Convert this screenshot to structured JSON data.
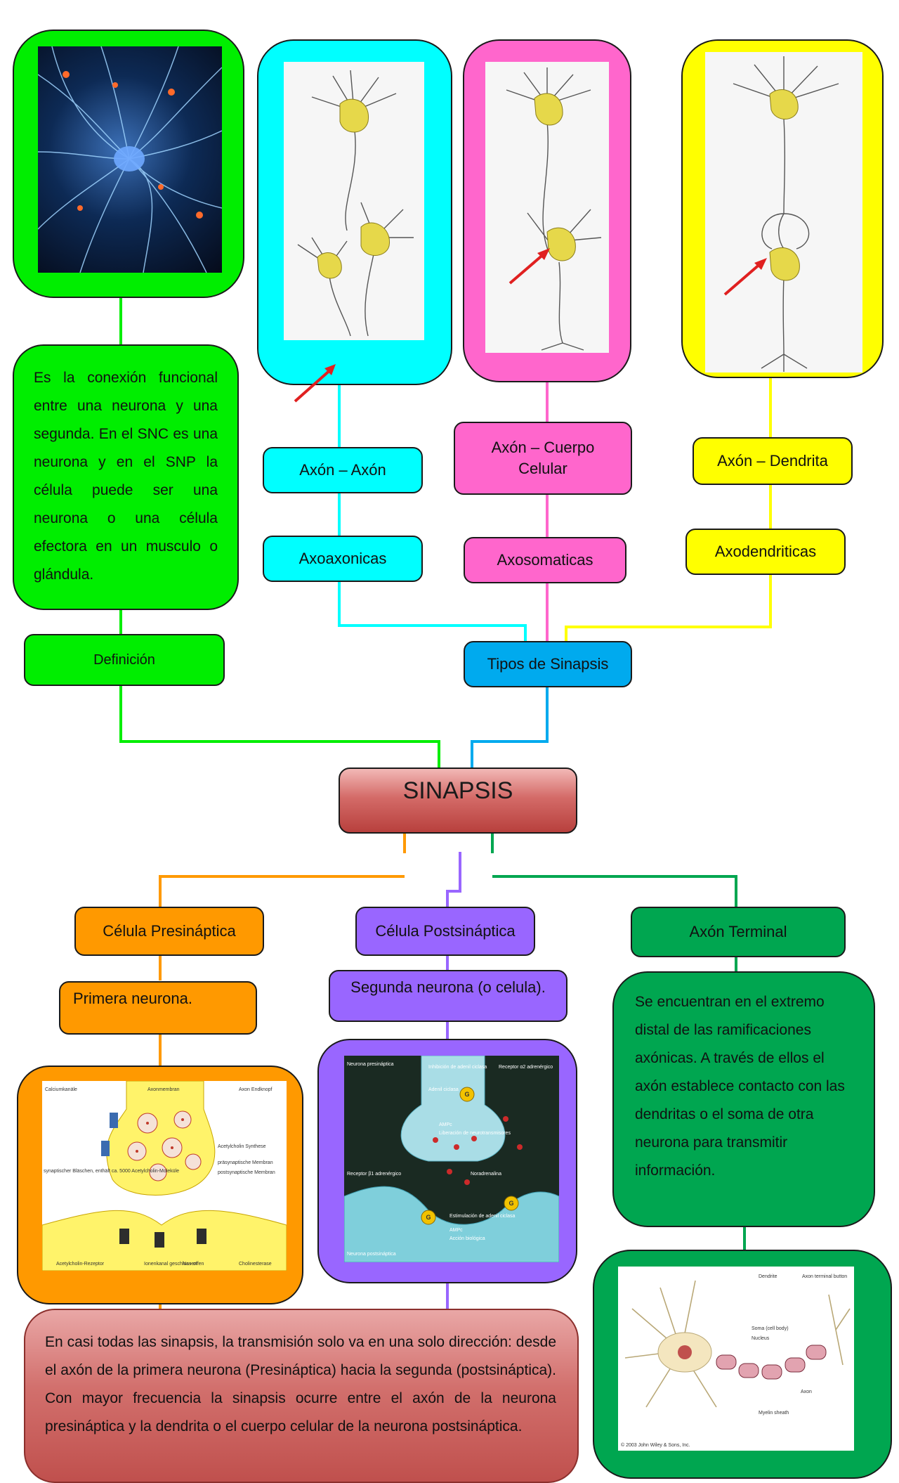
{
  "colors": {
    "green": "#00ee00",
    "cyan": "#00ffff",
    "pink": "#ff66cc",
    "yellow": "#ffff00",
    "blue": "#00aaee",
    "red": "#c0504d",
    "orange": "#ff9900",
    "purple": "#9966ff",
    "darkgreen": "#00a650"
  },
  "center": {
    "title": "SINAPSIS"
  },
  "definition": {
    "label": "Definición",
    "text": "Es la conexión funcional entre una neurona y una segunda. En el SNC es una neurona y en el SNP la célula puede ser una neurona o una célula efectora en un musculo o glándula."
  },
  "types": {
    "label": "Tipos de Sinapsis",
    "items": [
      {
        "relation": "Axón – Axón",
        "name": "Axoaxonicas"
      },
      {
        "relation": "Axón – Cuerpo Celular",
        "name": "Axosomaticas"
      },
      {
        "relation": "Axón – Dendrita",
        "name": "Axodendriticas"
      }
    ]
  },
  "pre": {
    "label": "Célula Presináptica",
    "desc": "Primera neurona."
  },
  "post": {
    "label": "Célula Postsináptica",
    "desc": "Segunda neurona (o celula)."
  },
  "terminal": {
    "label": "Axón Terminal",
    "text": "Se encuentran en el extremo distal de las ramificaciones axónicas. A través de ellos el axón establece contacto con las dendritas o el soma de otra neurona para transmitir información."
  },
  "bottom_note": "En casi todas las sinapsis, la transmisión solo va en una solo dirección: desde el axón de la primera neurona (Presináptica) hacia la segunda (postsináptica). Con mayor frecuencia la sinapsis ocurre entre el axón de la neurona presináptica y la dendrita o el cuerpo celular de la neurona postsináptica.",
  "figure_labels": {
    "presynaptic_image": [
      "Calciumkanäle",
      "Axonmembran",
      "Axon Endknopf",
      "Acetylcholin Synthese",
      "synaptischer Bläschen, enthält ca. 5000 Acetylcholin-Moleküle",
      "präsynaptische Membran",
      "postsynaptische Membran",
      "Acetylcholin-Rezeptor",
      "Ionenkanal geschlossen",
      "Na+ offen",
      "Cholinesterase"
    ],
    "postsynaptic_image": [
      "Neurona presináptica",
      "Inhibición de adenil ciclasa",
      "Receptor α2 adrenérgico",
      "Adenil ciclasa",
      "AMPc",
      "Liberación de neurotransmisores",
      "Noradrenalina",
      "Receptor β1 adrenérgico",
      "Estimulación de adenil ciclasa",
      "AMPc",
      "Acción biológica",
      "Neurona postsináptica",
      "G",
      "G",
      "G"
    ],
    "terminal_image": [
      "Dendrite",
      "Axon terminal button",
      "Soma (cell body)",
      "Nucleus",
      "Axon",
      "Myelin sheath",
      "© 2003 John Wiley & Sons, Inc."
    ]
  }
}
